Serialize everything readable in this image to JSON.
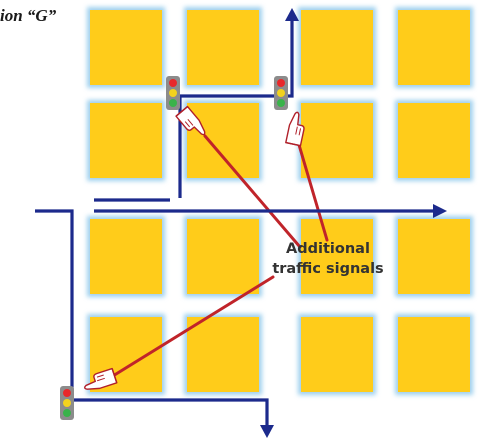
{
  "figure": {
    "title": "ion “G”",
    "callout_line1": "Additional",
    "callout_line2": "traffic signals"
  },
  "colors": {
    "block": "#ffcc1a",
    "block_glow": "#9fd0ee",
    "route": "#1c2a8c",
    "pointer_line": "#c0242a",
    "signal_housing": "#8c8c8c",
    "signal_red": "#e8282b",
    "signal_amber": "#f2d21e",
    "signal_green": "#39b34a"
  },
  "icons": [
    "traffic-light-icon",
    "pointing-hand-icon",
    "arrow-head-icon"
  ]
}
